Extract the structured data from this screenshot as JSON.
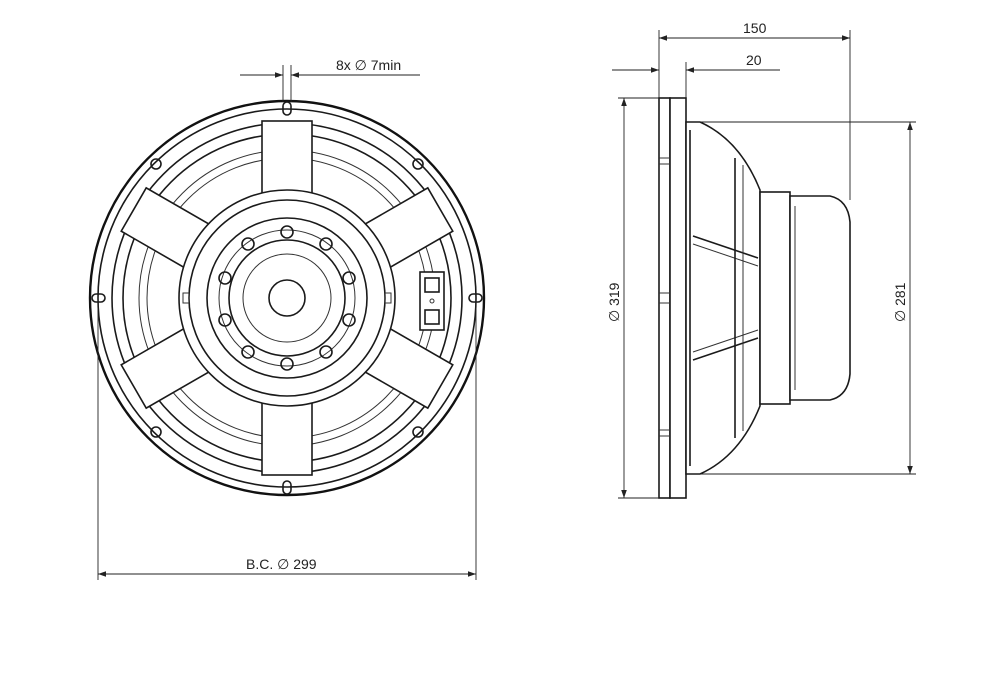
{
  "dimensions": {
    "mount_holes": "8x ∅ 7min",
    "bolt_circle": "B.C. ∅ 299",
    "depth_total": "150",
    "flange_depth": "20",
    "outer_diameter": "∅ 319",
    "baffle_diameter": "∅ 281"
  }
}
